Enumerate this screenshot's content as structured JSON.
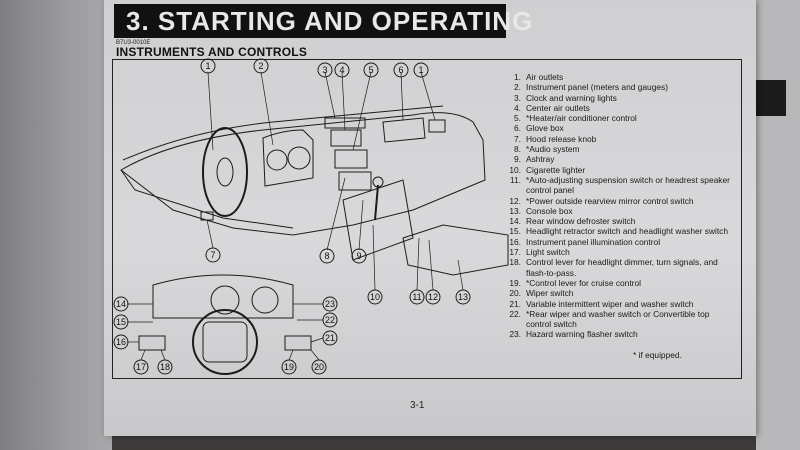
{
  "header": {
    "title": "3. STARTING AND OPERATING",
    "doc_code": "B7U3-0010E",
    "subtitle": "INSTRUMENTS AND CONTROLS"
  },
  "callouts": {
    "top": [
      "1",
      "2",
      "3",
      "4",
      "5",
      "6",
      "1"
    ],
    "lower": [
      "7",
      "8",
      "9",
      "10",
      "11",
      "12",
      "13"
    ],
    "cluster": [
      "14",
      "15",
      "16",
      "17",
      "18",
      "19",
      "20",
      "21",
      "22",
      "23"
    ]
  },
  "legend": [
    {
      "num": "1.",
      "text": "Air outlets"
    },
    {
      "num": "2.",
      "text": "Instrument panel (meters and gauges)"
    },
    {
      "num": "3.",
      "text": "Clock and warning lights"
    },
    {
      "num": "4.",
      "text": "Center air outlets"
    },
    {
      "num": "5.",
      "text": "*Heater/air conditioner control"
    },
    {
      "num": "6.",
      "text": "Glove box"
    },
    {
      "num": "7.",
      "text": "Hood release knob"
    },
    {
      "num": "8.",
      "text": "*Audio system"
    },
    {
      "num": "9.",
      "text": "Ashtray"
    },
    {
      "num": "10.",
      "text": "Cigarette lighter"
    },
    {
      "num": "11.",
      "text": "*Auto-adjusting suspension switch or headrest speaker control panel"
    },
    {
      "num": "12.",
      "text": "*Power outside rearview mirror control switch"
    },
    {
      "num": "13.",
      "text": "Console box"
    },
    {
      "num": "14.",
      "text": "Rear window defroster switch"
    },
    {
      "num": "15.",
      "text": "Headlight retractor switch and headlight washer switch"
    },
    {
      "num": "16.",
      "text": "Instrument panel illumination control"
    },
    {
      "num": "17.",
      "text": "Light switch"
    },
    {
      "num": "18.",
      "text": "Control lever for headlight dimmer, turn signals, and flash-to-pass."
    },
    {
      "num": "19.",
      "text": "*Control lever for cruise control"
    },
    {
      "num": "20.",
      "text": "Wiper switch"
    },
    {
      "num": "21.",
      "text": "Variable intermittent wiper and washer switch"
    },
    {
      "num": "22.",
      "text": "*Rear wiper and washer switch or Convertible top control switch"
    },
    {
      "num": "23.",
      "text": "Hazard warning flasher switch"
    }
  ],
  "note": "* if equipped.",
  "page_number": "3-1"
}
